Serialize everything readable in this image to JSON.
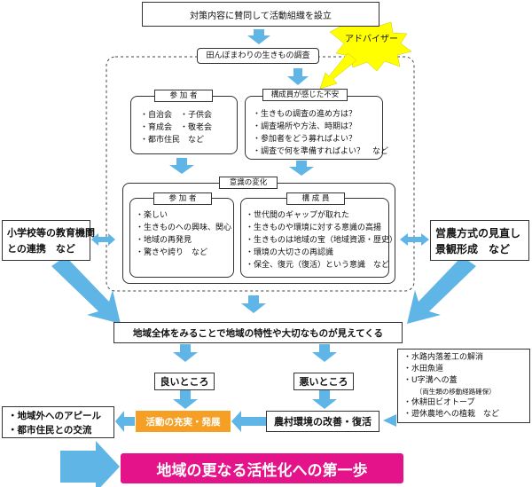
{
  "top_box": "対策内容に賛同して活動組織を設立",
  "advisor_label": "アドバイザー",
  "survey_label": "田んぼまわりの生きもの調査",
  "participants_box": {
    "title": "参 加 者",
    "items": [
      "・自治会　・子供会",
      "・育成会　・敬老会",
      "・都市住民　など"
    ]
  },
  "worries_box": {
    "title": "構成員が感じた不安",
    "items": [
      "・生きもの調査の進め方は？",
      "・調査場所や方法、時期は？",
      "・参加者をどう募ればよい？",
      "・調査で何を準備すればよい？　など"
    ]
  },
  "change_box": {
    "title": "意識の変化",
    "participants": {
      "title": "参 加 者",
      "items": [
        "・楽しい",
        "・生きものへの興味、関心",
        "・地域の再発見",
        "・驚きや誇り　など"
      ]
    },
    "members": {
      "title": "構 成 員",
      "items": [
        "・世代間のギャップが取れた",
        "・生きものや環境に対する意識の高揚",
        "・生きものは地域の宝（地域資源・歴史）",
        "・環境の大切さの再認識",
        "・保全、復元（復活）という意識　など"
      ]
    }
  },
  "left_box": [
    "小学校等の教育機関",
    "との連携　など"
  ],
  "right_box": [
    "営農方式の見直し",
    "景観形成　など"
  ],
  "middle_box": "地域全体をみることで地域の特性や大切なものが見えてくる",
  "good_box": "良いところ",
  "bad_box": "悪いところ",
  "measures_box": {
    "items": [
      "・水路内落差工の解消",
      "・水田魚道",
      "・U字溝への蓋",
      "　（両生類の移動経路確保）",
      "・休耕田ビオトープ",
      "・遊休農地への植栽　など"
    ]
  },
  "rural_box": "農村環境の改善・復活",
  "activity_box": "活動の充実・発展",
  "appeal_box": [
    "・地域外へのアピール",
    "・都市住民との交流"
  ],
  "final_box": "地域の更なる活性化への第一歩",
  "colors": {
    "arrow": "#5fb5e6",
    "orange": "#f5a024",
    "magenta": "#e41389",
    "star": "#ffff00"
  }
}
